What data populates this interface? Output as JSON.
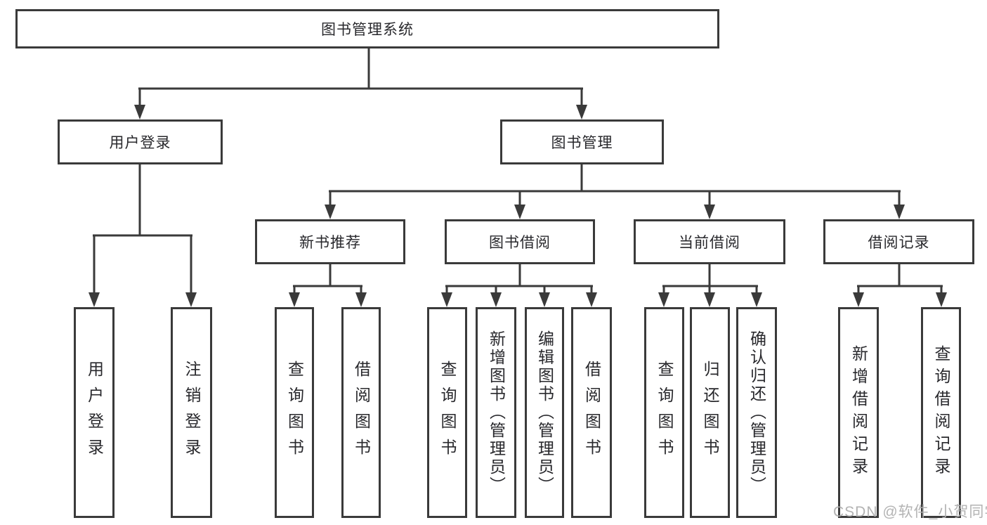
{
  "tree": {
    "root": {
      "label": "图书管理系统"
    },
    "level1": [
      {
        "label": "用户登录"
      },
      {
        "label": "图书管理"
      }
    ],
    "level2": [
      {
        "label": "新书推荐"
      },
      {
        "label": "图书借阅"
      },
      {
        "label": "当前借阅"
      },
      {
        "label": "借阅记录"
      }
    ],
    "leaves": [
      {
        "label": "用户登录"
      },
      {
        "label": "注销登录"
      },
      {
        "label": "查询图书"
      },
      {
        "label": "借阅图书"
      },
      {
        "label": "查询图书"
      },
      {
        "label": "新增图书（管理员）"
      },
      {
        "label": "编辑图书（管理员）"
      },
      {
        "label": "借阅图书"
      },
      {
        "label": "查询图书"
      },
      {
        "label": "归还图书"
      },
      {
        "label": "确认归还（管理员）"
      },
      {
        "label": "新增借阅记录"
      },
      {
        "label": "查询借阅记录"
      }
    ]
  },
  "watermark": {
    "text": "CSDN @软件_小贺同学"
  },
  "colors": {
    "line": "#3a3a3a",
    "text": "#28282c",
    "watermark": "#afafaf"
  }
}
